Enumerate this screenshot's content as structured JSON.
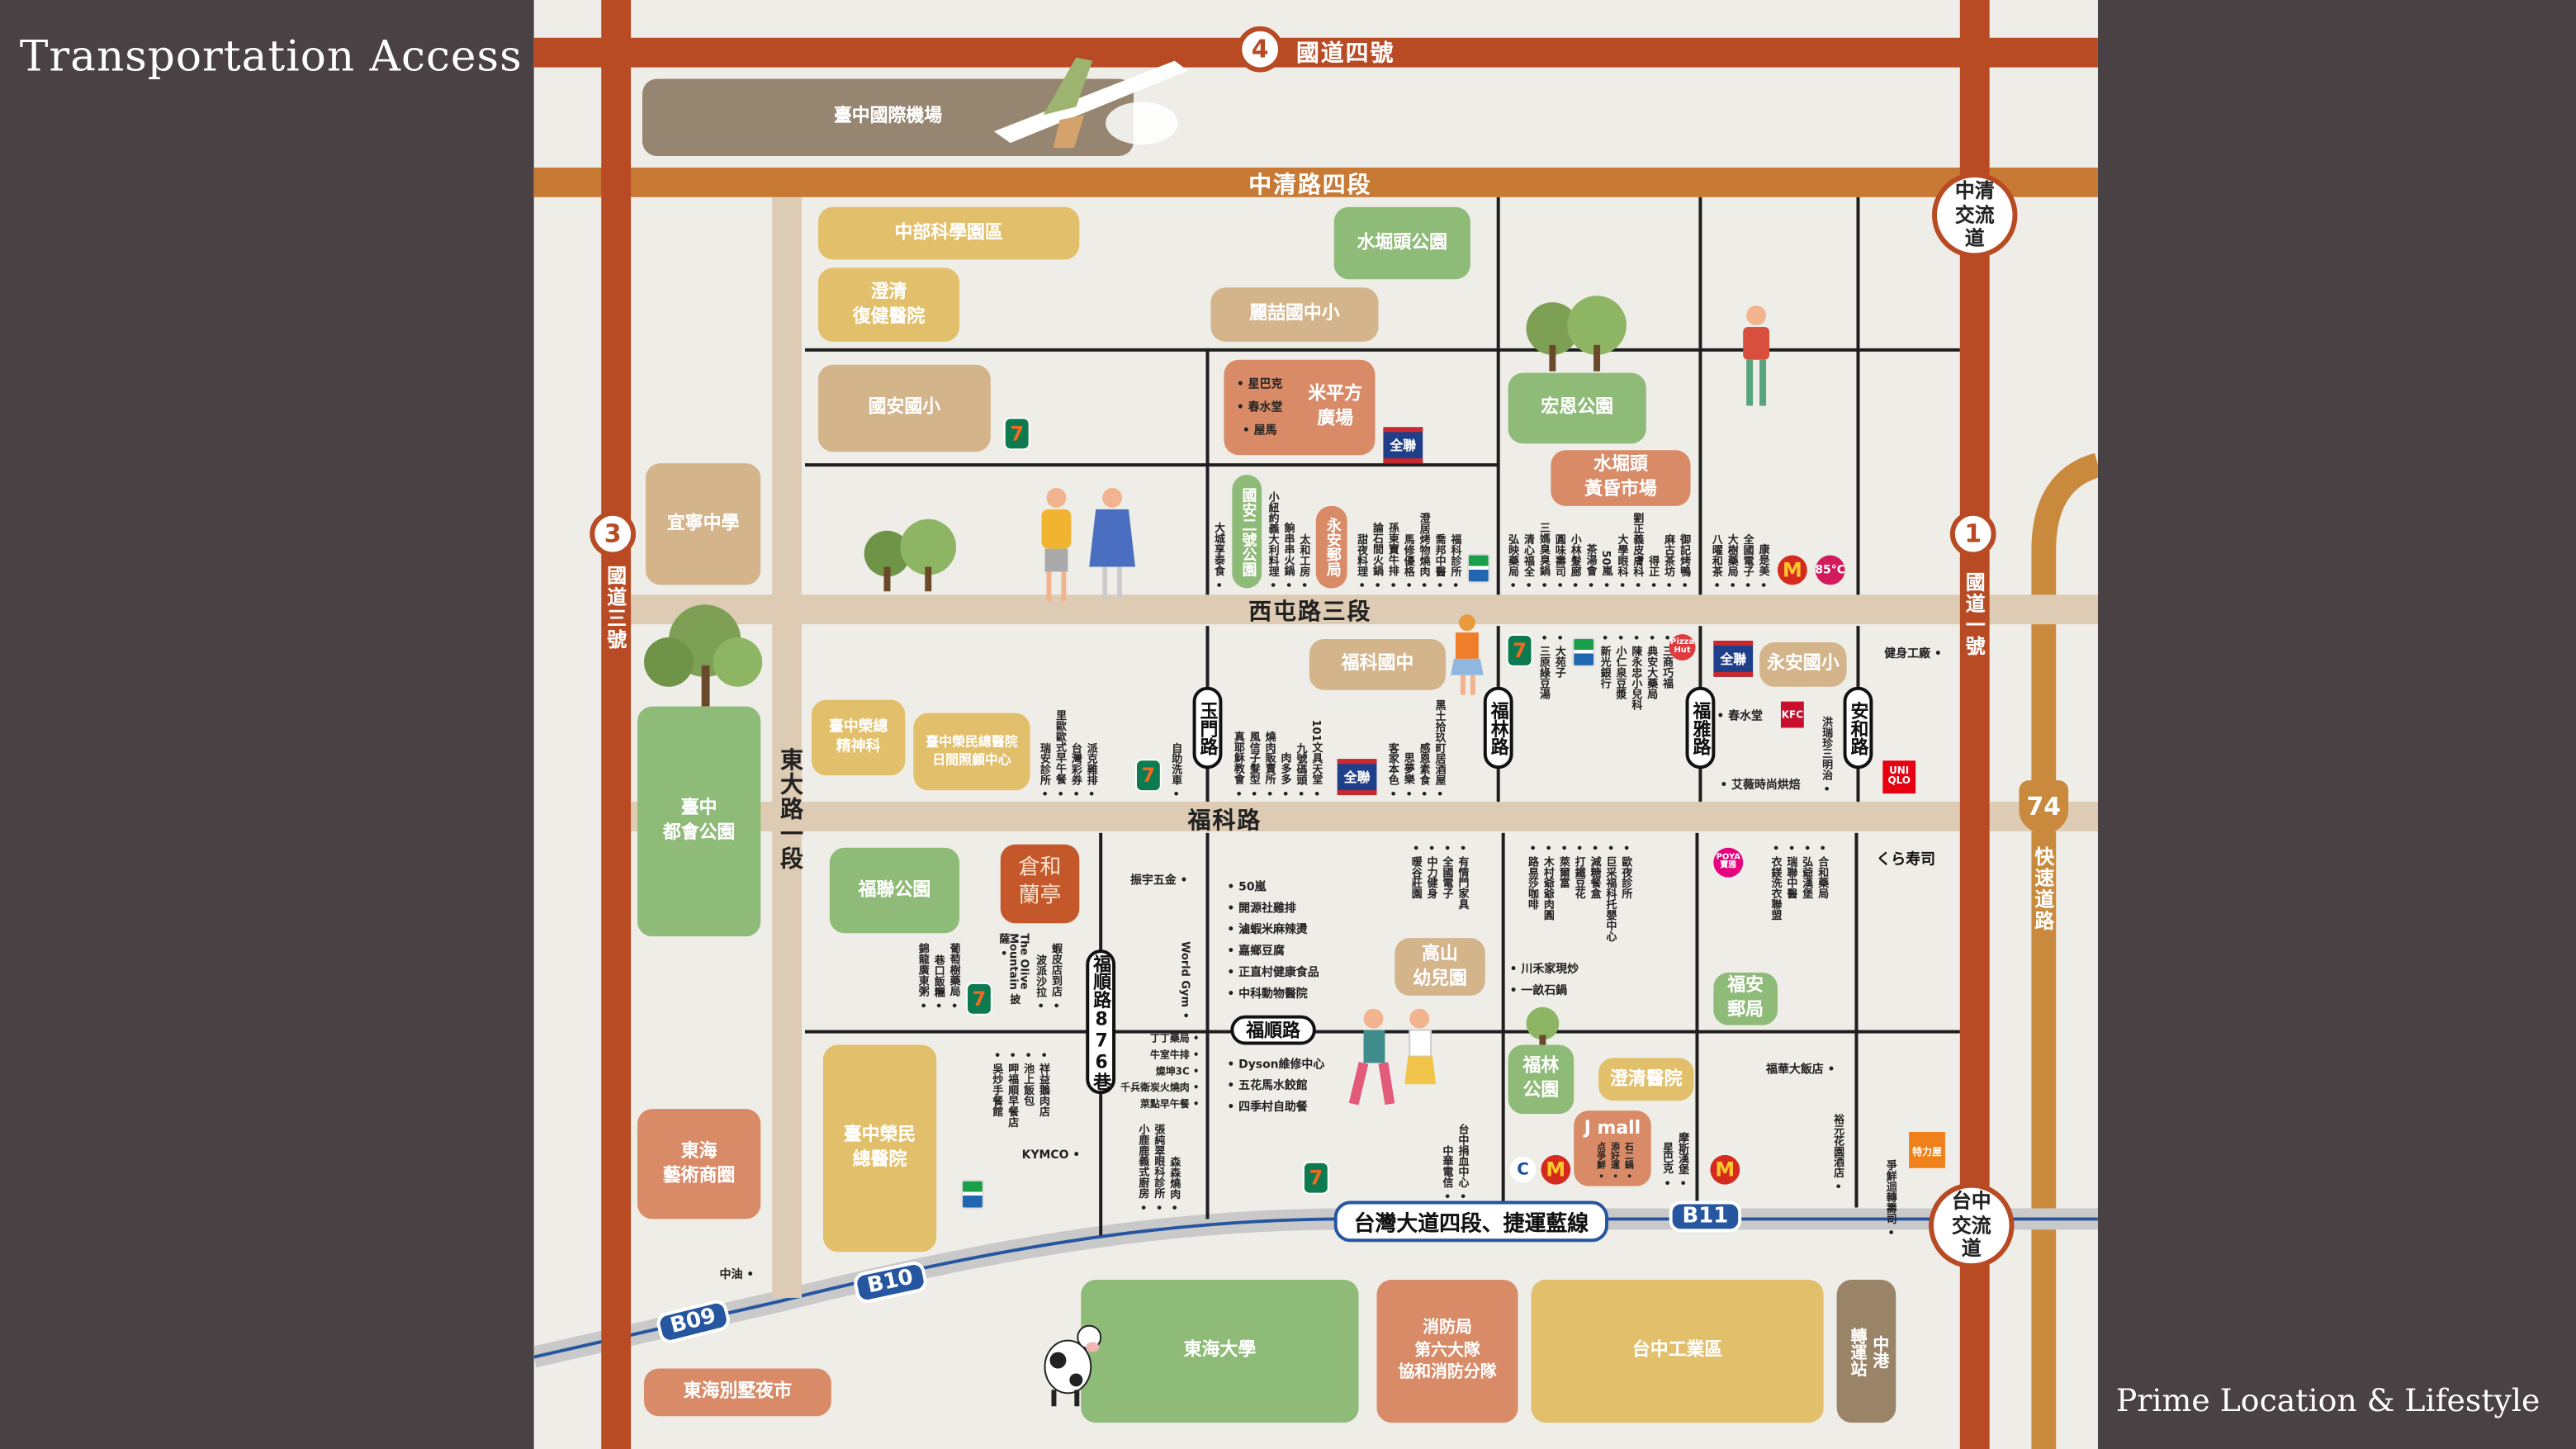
{
  "title": "Transportation Access",
  "tagline": "Prime Location & Lifestyle",
  "highways": {
    "hw4": {
      "number": "4",
      "label": "國道四號"
    },
    "hw3": {
      "number": "3",
      "label": "國道三號"
    },
    "hw1": {
      "number": "1",
      "label": "國道一號"
    },
    "exp74": {
      "number": "74",
      "label": "快速道路"
    }
  },
  "interchanges": {
    "zhongqing": "中清交流道",
    "taichung": "台中交流道"
  },
  "roads": {
    "zhongqing": "中清路四段",
    "xitun": "西屯路三段",
    "fuke": "福科路",
    "dongda": "東大路一段",
    "yumen": "玉門路",
    "fulin": "福林路",
    "fuya": "福雅路",
    "anhe": "安和路",
    "fushun_lane": "福順路876巷",
    "fushun": "福順路"
  },
  "mrt": {
    "label": "台灣大道四段、捷運藍線",
    "stations": [
      "B09",
      "B10",
      "B11"
    ]
  },
  "places": {
    "airport": "臺中國際機場",
    "ctsp": "中部科學園區",
    "rehab": "澄清\n復健醫院",
    "guoan_es": "國安國小",
    "lizhe": "麗喆國中小",
    "shuikutou_park": "水堀頭公園",
    "mipingfang": "米平方\n廣場",
    "mipingfang_shops": [
      "星巴克",
      "春水堂",
      "屋馬"
    ],
    "hongen_park": "宏恩公園",
    "evening_market": "水堀頭\n黃昏市場",
    "yining": "宜寧中學",
    "metro_park": "臺中\n都會公園",
    "vgh_psy": "臺中榮總\n精神科",
    "vgh_daycare": "臺中榮民總醫院\n日間照顧中心",
    "fuke_jh": "福科國中",
    "yongan_es": "永安國小",
    "fulian_park": "福聯公園",
    "canghe": "倉和\n蘭亭",
    "gaoshan_kg": "高山\n幼兒園",
    "fuan_post": "福安\n郵局",
    "fulin_park": "福林\n公園",
    "chengching": "澄清醫院",
    "jmall": "J mall",
    "jmall_shops": [
      "点爭鮮",
      "添好運",
      "石二鍋"
    ],
    "tunghai_art": "東海\n藝術商圈",
    "vgh": "臺中榮民\n總醫院",
    "night_market": "東海別墅夜市",
    "thu": "東海大學",
    "fire": "消防局\n第六大隊\n協和消防分隊",
    "industrial": "台中工業區",
    "transfer": "中港\n轉運站",
    "guoan2_park": "國安二號公園",
    "yongan_post": "永安郵局"
  },
  "poi": {
    "g1a": [
      "大城享泰食"
    ],
    "g1b": [
      "小紐約義大利料理",
      "餉串串火鍋",
      "太和工房"
    ],
    "g1c": [
      "甜夜料理",
      "論石間火鍋",
      "孫東寶牛排",
      "馬修優格",
      "澄居烤物燒肉",
      "喬邦中醫",
      "福科診所"
    ],
    "g2": [
      "弘映藥局",
      "清心福全",
      "三媽臭臭鍋",
      "圓味壽司",
      "小林髮廊",
      "茶湯會",
      "50嵐",
      "大學眼科",
      "劉正義皮膚科",
      "得正",
      "麻古茶坊",
      "御記烤鴨"
    ],
    "g3": [
      "八曜和茶",
      "大樹藥局",
      "全國電子",
      "康是美"
    ],
    "g4a": [
      "三原綠豆湯",
      "大苑子"
    ],
    "g4b": [
      "新光銀行",
      "小仁泉豆漿",
      "陳永忠小兒科",
      "典安大藥局",
      "三商巧福"
    ],
    "chunshuitang": "春水堂",
    "hongruizhen": [
      "洪瑞珍三明治"
    ],
    "aiwei": "艾薇時尚烘焙",
    "gym": "健身工廠",
    "g5a": [
      "瑞安診所",
      "里歐歐式早午餐",
      "台灣彩券",
      "派克雞排"
    ],
    "g5b": [
      "自助洗車"
    ],
    "g6a": [
      "真耶穌教會",
      "風信子髮型",
      "燒肉販賣所",
      "肉多多",
      "九號碼頭",
      "101文具天堂"
    ],
    "g6b": [
      "客家本色",
      "思夢樂",
      "感恩素食",
      "黑土拾玖町居酒屋"
    ],
    "g7a": [
      "錦龍廣東粥",
      "巷口飯糰",
      "葡萄樹藥局"
    ],
    "g7b": [
      "The Olive Mountain 披薩",
      "波派沙拉",
      "蝦皮店到店"
    ],
    "zhenyu": "振宇五金",
    "worldgym": [
      "World Gym"
    ],
    "list_fushun_n": [
      "50嵐",
      "開源社雞排",
      "滷蝦米麻辣燙",
      "嘉鄉豆腐",
      "正直村健康食品",
      "中科動物醫院"
    ],
    "g8": [
      "暖谷莊園",
      "中力健身",
      "全國電子",
      "有情門家具"
    ],
    "g9": [
      "路易莎咖啡",
      "木村爺爺肉圓",
      "萊爾富",
      "打鐵豆花",
      "減糖餐盒",
      "巨采福科托嬰中心",
      "歐夜診所"
    ],
    "list_chuanhe": [
      "川禾家現炒",
      "一畝石鍋"
    ],
    "g10": [
      "衣鎂洗衣聯盟",
      "瑞聯中醫",
      "弘爺漢堡",
      "合和藥局"
    ],
    "g11": [
      "吳炒手餐館",
      "呷福順早餐店",
      "池上飯包",
      "祥益鵝肉店"
    ],
    "kymco": "KYMCO",
    "list_lane": [
      "丁丁藥局",
      "牛室牛排",
      "燦坤3C",
      "千兵衛炭火燒肉",
      "萊點早午餐"
    ],
    "g12": [
      "小鹿鹿義式廚房",
      "張純翠眼科診所",
      "森森燒肉"
    ],
    "list_fushun_s": [
      "Dyson維修中心",
      "五花馬水餃館",
      "四季村自助餐"
    ],
    "g13": [
      "中華電信",
      "台中捐血中心"
    ],
    "g14": [
      "星巴克",
      "摩斯漢堡"
    ],
    "fuhua": "福華大飯店",
    "yuyuan": [
      "裕元花園酒店"
    ],
    "zhengxian": [
      "爭鮮迴轉壽司"
    ],
    "cpc": "中油"
  },
  "brands": {
    "seven": "7",
    "familymart": "",
    "pxmart": "全聯",
    "mcdonalds": "M",
    "c85": "85°C",
    "kfc": "KFC",
    "uniqlo": "UNI QLO",
    "poya": "POYA 寶雅",
    "pizzahut": "Pizza Hut",
    "carrefour": "C",
    "kura": "くら寿司",
    "tlw": "特力屋"
  },
  "colors": {
    "highway": "#b84a24",
    "arterial": "#c87a35",
    "road": "#ddcbb4",
    "mrt": "#2656a0",
    "background": "#4a4145"
  }
}
